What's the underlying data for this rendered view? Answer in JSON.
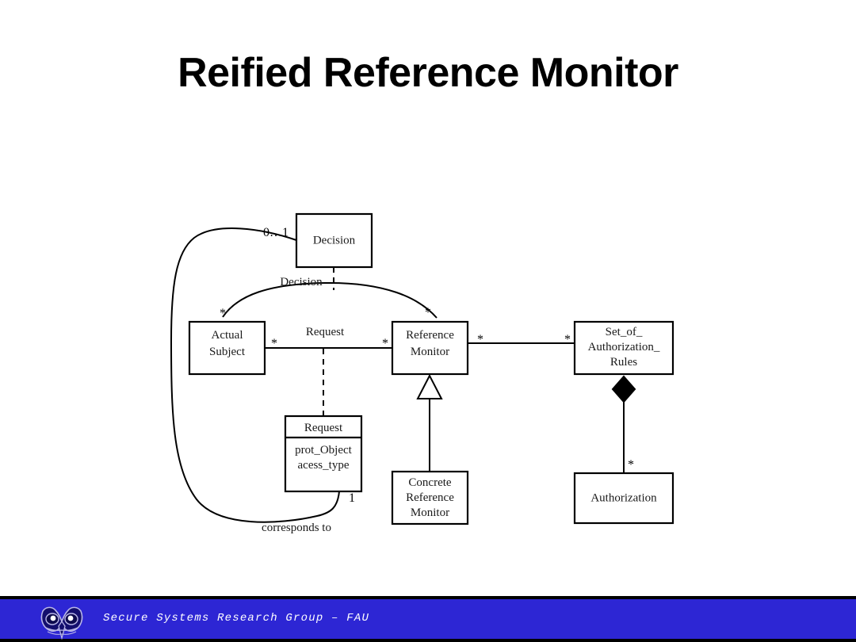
{
  "slide": {
    "title": "Reified Reference Monitor",
    "background_color": "#ffffff"
  },
  "diagram": {
    "type": "uml-class-diagram",
    "classes": [
      {
        "id": "decision",
        "name": "Decision",
        "attributes": []
      },
      {
        "id": "actual_subject",
        "name_line1": "Actual",
        "name_line2": "Subject",
        "attributes": []
      },
      {
        "id": "reference_monitor",
        "name_line1": "Reference",
        "name_line2": "Monitor",
        "attributes": []
      },
      {
        "id": "set_of_rules",
        "name_line1": "Set_of_",
        "name_line2": "Authorization_",
        "name_line3": "Rules",
        "attributes": []
      },
      {
        "id": "request",
        "name": "Request",
        "attr1": "prot_Object",
        "attr2": "acess_type"
      },
      {
        "id": "concrete_rm",
        "name_line1": "Concrete",
        "name_line2": "Reference",
        "name_line3": "Monitor",
        "attributes": []
      },
      {
        "id": "authorization",
        "name": "Authorization",
        "attributes": []
      }
    ],
    "association_labels": {
      "decision_assoc": "Decision",
      "request_assoc": "Request",
      "corresponds_to": "corresponds to"
    },
    "multiplicities": {
      "decision_zero_one": "0…1",
      "actual_subject_decision": "*",
      "reference_monitor_decision": "*",
      "actual_subject_request": "*",
      "reference_monitor_request": "*",
      "reference_monitor_rules": "*",
      "rules_reference_monitor": "*",
      "authorization_many": "*",
      "request_one": "1"
    }
  },
  "footer": {
    "text": "Secure Systems Research Group – FAU",
    "logo_name": "owl-logo",
    "bar_color": "#2d26d4",
    "text_color": "#ffffff"
  }
}
